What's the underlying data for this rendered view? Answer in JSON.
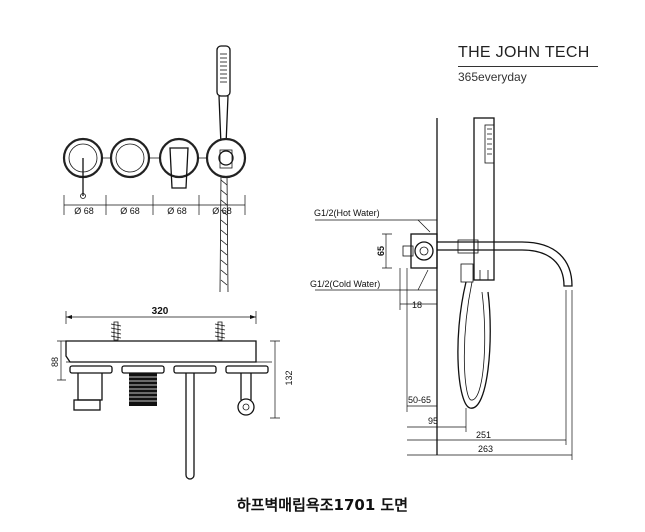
{
  "brand": {
    "name": "THE JOHN TECH",
    "tagline": "365everyday"
  },
  "caption": "하프벽매립욕조1701 도면",
  "front_view": {
    "diameters": [
      "Ø 68",
      "Ø 68",
      "Ø 68",
      "Ø 68"
    ]
  },
  "top_view": {
    "width": "320",
    "depth_left": "88",
    "depth_right": "132"
  },
  "side_view": {
    "hot_label": "G1/2(Hot Water)",
    "cold_label": "G1/2(Cold Water)",
    "spacing": "65",
    "offset": "18",
    "wall_range": "50-65",
    "dim_95": "95",
    "dim_251": "251",
    "dim_263": "263"
  }
}
